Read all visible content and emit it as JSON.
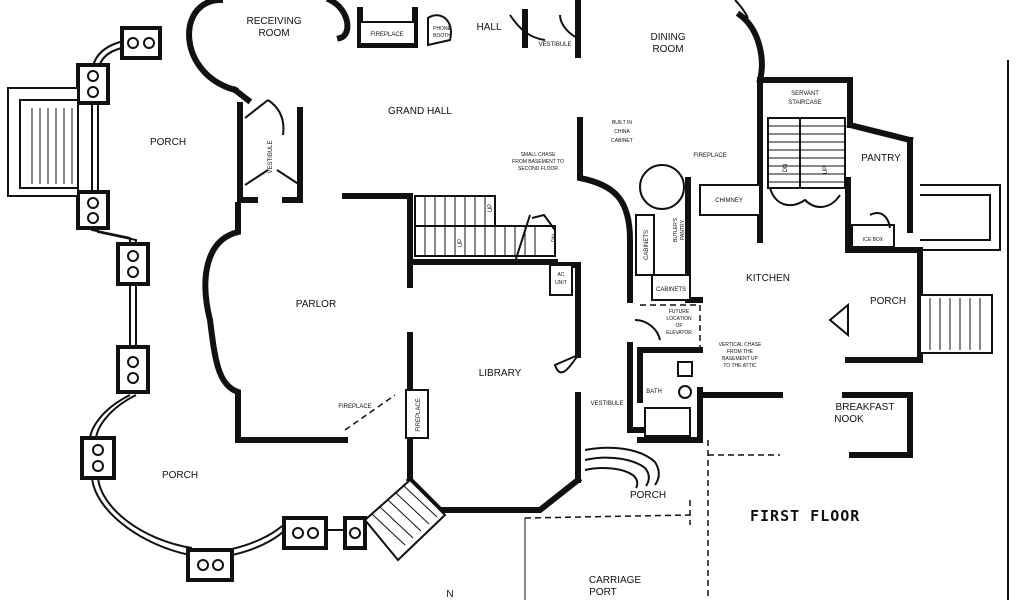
{
  "diagram": {
    "title": "FIRST FLOOR",
    "north_marker": "N",
    "rooms": {
      "receiving_room": [
        "RECEIVING",
        "ROOM"
      ],
      "hall": "HALL",
      "dining_room": [
        "DINING",
        "ROOM"
      ],
      "grand_hall": "GRAND HALL",
      "porch_west": "PORCH",
      "porch_southwest": "PORCH",
      "porch_south": "PORCH",
      "porch_east": "PORCH",
      "parlor": "PARLOR",
      "library": "LIBRARY",
      "kitchen": "KITCHEN",
      "pantry": "PANTRY",
      "servant_staircase": [
        "SERVANT",
        "STAIRCASE"
      ],
      "breakfast_nook": [
        "BREAKFAST",
        "NOOK"
      ],
      "carriage_port": [
        "CARRIAGE",
        "PORT"
      ],
      "vestibule_north": "VESTIBULE",
      "vestibule_west": "VESTIBULE",
      "vestibule_south": "VESTIBULE",
      "bath": "BATH"
    },
    "features": {
      "fireplace_hall": "FIREPLACE",
      "fireplace_kitchen": "FIREPLACE",
      "fireplace_parlor": "FIREPLACE",
      "fireplace_vertical": "FIREPLACE",
      "phone_booth": [
        "PHONE",
        "BOOTH"
      ],
      "built_in_china_cabinet": [
        "BUILT IN",
        "CHINA",
        "CABINET"
      ],
      "small_chase": [
        "SMALL CHASE",
        "FROM BASEMENT TO",
        "SECOND FLOOR"
      ],
      "chimney": "CHIMNEY",
      "cabinets_vertical": "CABINETS",
      "cabinets_horizontal": "CABINETS",
      "butlers_pantry": [
        "BUTLER'S",
        "PANTRY"
      ],
      "ice_box": "ICE BOX",
      "ac_unit": [
        "AC",
        "UNIT"
      ],
      "future_elevator": [
        "FUTURE",
        "LOCATION",
        "OF",
        "ELEVATOR"
      ],
      "vertical_chase": [
        "VERTICAL CHASE",
        "FROM THE",
        "BASEMENT UP",
        "TO THE ATTIC"
      ]
    },
    "stair_marks": {
      "up_main": "UP",
      "up_lower": "UP",
      "dn_main": "DN",
      "dn_servant": "DN",
      "up_servant": "UP"
    }
  }
}
